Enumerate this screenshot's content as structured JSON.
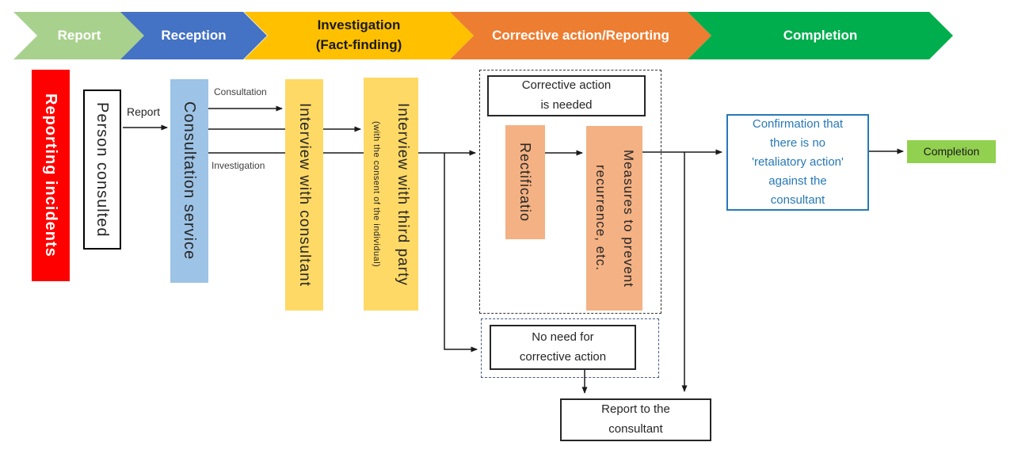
{
  "banner": {
    "stages": [
      {
        "label": "Report",
        "color": "#A9D18E",
        "text_color": "#FFFFFF"
      },
      {
        "label": "Reception",
        "color": "#4472C4",
        "text_color": "#FFFFFF"
      },
      {
        "label": "Investigation\n(Fact-finding)",
        "color": "#FFC000",
        "text_color": "#1A1A1A"
      },
      {
        "label": "Corrective action/Reporting",
        "color": "#ED7D31",
        "text_color": "#FFFFFF"
      },
      {
        "label": "Completion",
        "color": "#00AE4D",
        "text_color": "#FFFFFF"
      }
    ]
  },
  "flow": {
    "source": {
      "label": "Reporting incidents",
      "color": "#FF0000"
    },
    "person": {
      "label": "Person consulted"
    },
    "service": {
      "label": "Consultation service",
      "color": "#9DC3E6"
    },
    "edge_labels": {
      "report": "Report",
      "consultation": "Consultation",
      "investigation": "Investigation"
    },
    "interview_consultant": {
      "label": "Interview with consultant",
      "color": "#FFD966"
    },
    "interview_third_party": {
      "label": "Interview with third party",
      "note": "(with the consent of the individual)",
      "color": "#FFD966"
    },
    "corrective_group": {
      "title": "Corrective action\nis needed",
      "rectification": {
        "label": "Rectificatio",
        "color": "#F4B183"
      },
      "measures": {
        "label": "Measures to prevent\nrecurrence, etc.",
        "color": "#F4B183"
      }
    },
    "no_need_group": {
      "label": "No need for\ncorrective action"
    },
    "report_to_consultant": {
      "label": "Report to the\nconsultant"
    },
    "confirmation": {
      "label": "Confirmation that\nthere is no\n'retaliatory action'\nagainst the\nconsultant",
      "color": "#2779B7"
    },
    "completion": {
      "label": "Completion",
      "color": "#92D050"
    }
  }
}
